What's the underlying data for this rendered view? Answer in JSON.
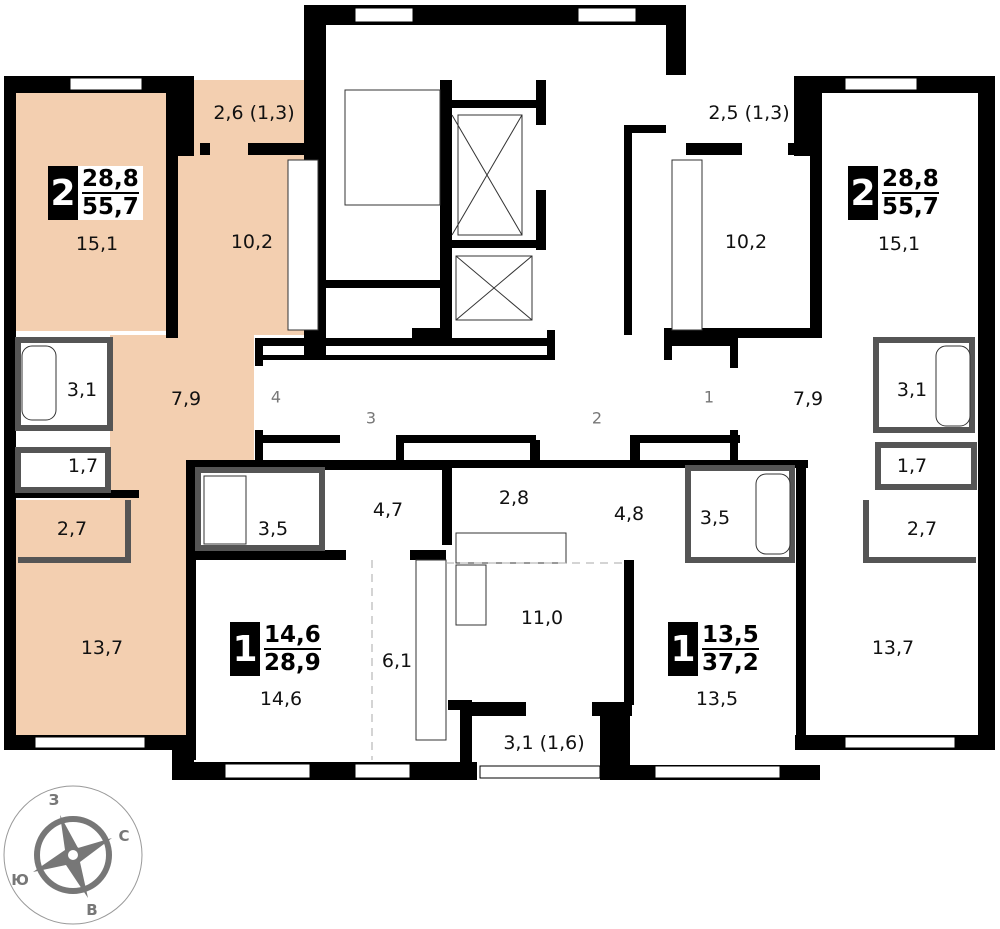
{
  "colors": {
    "highlight": "#f3cfb0",
    "wall": "#000000",
    "partition": "#555555",
    "compass": "#777777"
  },
  "apartments": [
    {
      "rooms": "2",
      "living_area": "28,8",
      "total_area": "55,7"
    },
    {
      "rooms": "2",
      "living_area": "28,8",
      "total_area": "55,7"
    },
    {
      "rooms": "1",
      "living_area": "14,6",
      "total_area": "28,9"
    },
    {
      "rooms": "1",
      "living_area": "13,5",
      "total_area": "37,2"
    }
  ],
  "room_labels": [
    "15,1",
    "2,6 (1,3)",
    "10,2",
    "3,1",
    "7,9",
    "1,7",
    "2,7",
    "13,7",
    "2,5 (1,3)",
    "10,2",
    "15,1",
    "7,9",
    "3,1",
    "1,7",
    "2,7",
    "13,7",
    "3,5",
    "4,7",
    "14,6",
    "6,1",
    "2,8",
    "11,0",
    "3,1 (1,6)",
    "4,8",
    "3,5",
    "13,5"
  ],
  "entry_numbers": [
    "4",
    "3",
    "2",
    "1"
  ],
  "compass": {
    "north": "С",
    "south": "Ю",
    "west": "З",
    "east": "В"
  }
}
